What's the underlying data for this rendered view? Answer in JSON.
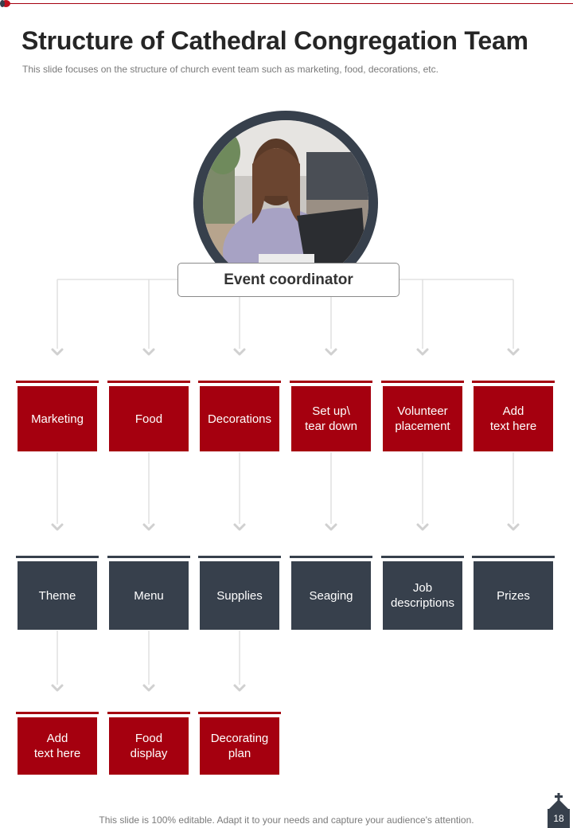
{
  "title": "Structure of Cathedral Congregation Team",
  "subtitle": "This slide focuses on the structure of church event team such as marketing, food, decorations, etc.",
  "coordinator": "Event coordinator",
  "departments": [
    {
      "label": "Marketing"
    },
    {
      "label": "Food"
    },
    {
      "label": "Decorations"
    },
    {
      "label": "Set up\\\ntear down"
    },
    {
      "label": "Volunteer\nplacement"
    },
    {
      "label": "Add\ntext here"
    }
  ],
  "tasks": [
    {
      "label": "Theme"
    },
    {
      "label": "Menu"
    },
    {
      "label": "Supplies"
    },
    {
      "label": "Seaging"
    },
    {
      "label": "Job\ndescriptions"
    },
    {
      "label": "Prizes"
    }
  ],
  "subtasks": [
    {
      "label": "Add\ntext here"
    },
    {
      "label": "Food\ndisplay"
    },
    {
      "label": "Decorating\nplan"
    }
  ],
  "footer": "This slide is 100% editable. Adapt it to your needs and capture your audience's attention.",
  "page_number": "18",
  "colors": {
    "accent_red": "#a5000f",
    "dark_slate": "#37404c",
    "connector_gray": "#d9d9d9"
  }
}
